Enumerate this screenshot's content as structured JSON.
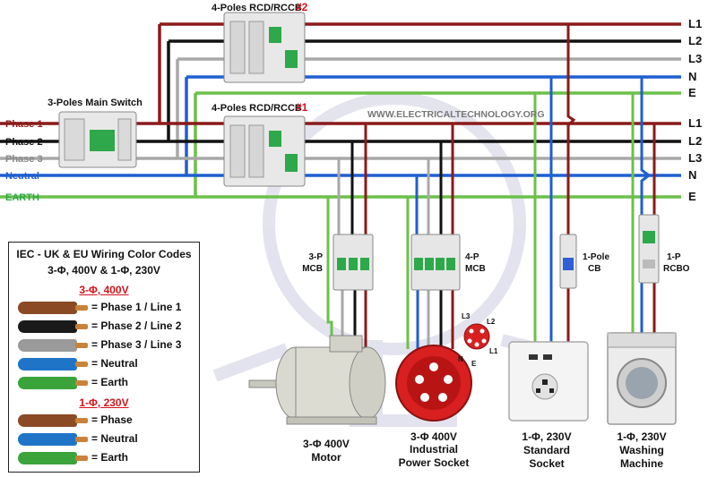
{
  "labels": {
    "rcd2": "4-Poles RCD/RCCB",
    "rcd2_num": "#2",
    "rcd1": "4-Poles RCD/RCCB",
    "rcd1_num": "#1",
    "main_switch": "3-Poles Main Switch",
    "website": "WWW.ELECTRICALTECHNOLOGY.ORG",
    "left_phase1": "Phase 1",
    "left_phase2": "Phase 2",
    "left_phase3": "Phase 3",
    "left_neutral": "Neutral",
    "left_earth": "EARTH",
    "mcb3_line1": "3-P",
    "mcb3_line2": "MCB",
    "mcb4_line1": "4-P",
    "mcb4_line2": "MCB",
    "cb1_line1": "1-Pole",
    "cb1_line2": "CB",
    "rcbo_line1": "1-P",
    "rcbo_line2": "RCBO",
    "socket_l3": "L3",
    "socket_l2": "L2",
    "socket_l1": "L1",
    "socket_n": "N",
    "socket_e": "E"
  },
  "bus_right_top": [
    "L1",
    "L2",
    "L3",
    "N",
    "E"
  ],
  "bus_right_bottom": [
    "L1",
    "L2",
    "L3",
    "N",
    "E"
  ],
  "loads": {
    "motor": [
      "3-Φ 400V",
      "Motor"
    ],
    "industrial": [
      "3-Φ 400V",
      "Industrial",
      "Power Socket"
    ],
    "socket": [
      "1-Φ, 230V",
      "Standard",
      "Socket"
    ],
    "washer": [
      "1-Φ, 230V",
      "Washing",
      "Machine"
    ]
  },
  "legend": {
    "title_line1": "IEC - UK & EU Wiring Color Codes",
    "title_line2": "3-Φ, 400V & 1-Φ, 230V",
    "section1": "3-Φ, 400V",
    "section1_rows": [
      {
        "text": "= Phase 1 / Line 1",
        "color": "#8a4a23"
      },
      {
        "text": "= Phase 2 / Line 2",
        "color": "#1a1a1a"
      },
      {
        "text": "= Phase 3 / Line 3",
        "color": "#9a9a9a"
      },
      {
        "text": "= Neutral",
        "color": "#1f74c8"
      },
      {
        "text": "= Earth",
        "color": "#3aa43a"
      }
    ],
    "section2": "1-Φ, 230V",
    "section2_rows": [
      {
        "text": "= Phase",
        "color": "#8a4a23"
      },
      {
        "text": "= Neutral",
        "color": "#1f74c8"
      },
      {
        "text": "= Earth",
        "color": "#3aa43a"
      }
    ]
  },
  "colors": {
    "l1": "#8b1a1a",
    "l2": "#111111",
    "l3": "#a8a8a8",
    "neutral": "#1f5fd0",
    "earth": "#6cc04a",
    "accent_red": "#d4141c"
  }
}
